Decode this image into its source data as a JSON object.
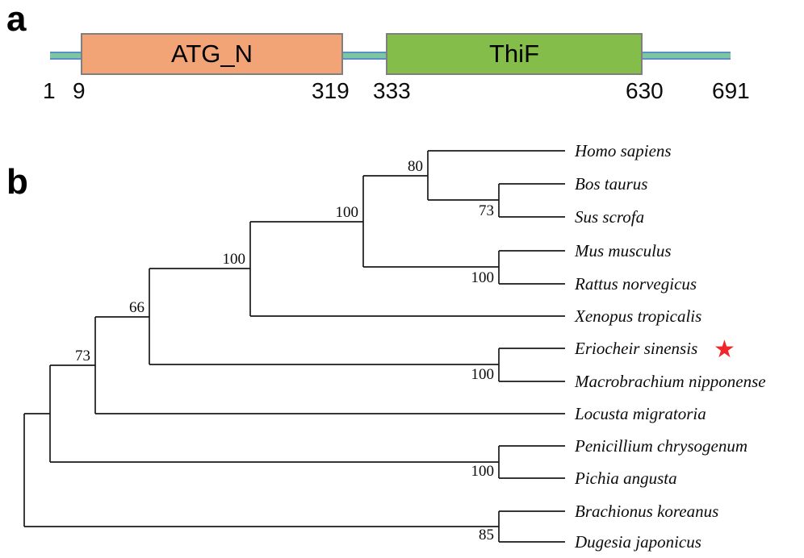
{
  "panels": {
    "a": "a",
    "b": "b"
  },
  "domain_diagram": {
    "backbone_color": "#7cc7a1",
    "domains": [
      {
        "label": "ATG_N",
        "start": "9",
        "end": "319",
        "fill": "#f2a477"
      },
      {
        "label": "ThiF",
        "start": "333",
        "end": "630",
        "fill": "#85bd4b"
      }
    ],
    "position_labels": [
      "1",
      "9",
      "319",
      "333",
      "630",
      "691"
    ]
  },
  "tree": {
    "tips": [
      "Homo sapiens",
      "Bos taurus",
      "Sus scrofa",
      "Mus musculus",
      "Rattus norvegicus",
      "Xenopus tropicalis",
      "Eriocheir sinensis",
      "Macrobrachium nipponense",
      "Locusta migratoria",
      "Penicillium chrysogenum",
      "Pichia angusta",
      "Brachionus koreanus",
      "Dugesia japonicus"
    ],
    "bootstraps": [
      "80",
      "73",
      "100",
      "100",
      "100",
      "66",
      "73",
      "100",
      "100",
      "85"
    ],
    "highlight": {
      "species": "Eriocheir sinensis",
      "marker": "star",
      "color": "#f0262b",
      "glyph": "★"
    },
    "newick": "((((((((Homo sapiens,(Bos taurus,Sus scrofa)73)80,(Mus musculus,Rattus norvegicus)100)100,Xenopus tropicalis)100,(Eriocheir sinensis,Macrobrachium nipponense)100)66,Locusta migratoria)73,(Penicillium chrysogenum,Pichia angusta)100),(Brachionus koreanus,Dugesia japonicus)85);"
  }
}
